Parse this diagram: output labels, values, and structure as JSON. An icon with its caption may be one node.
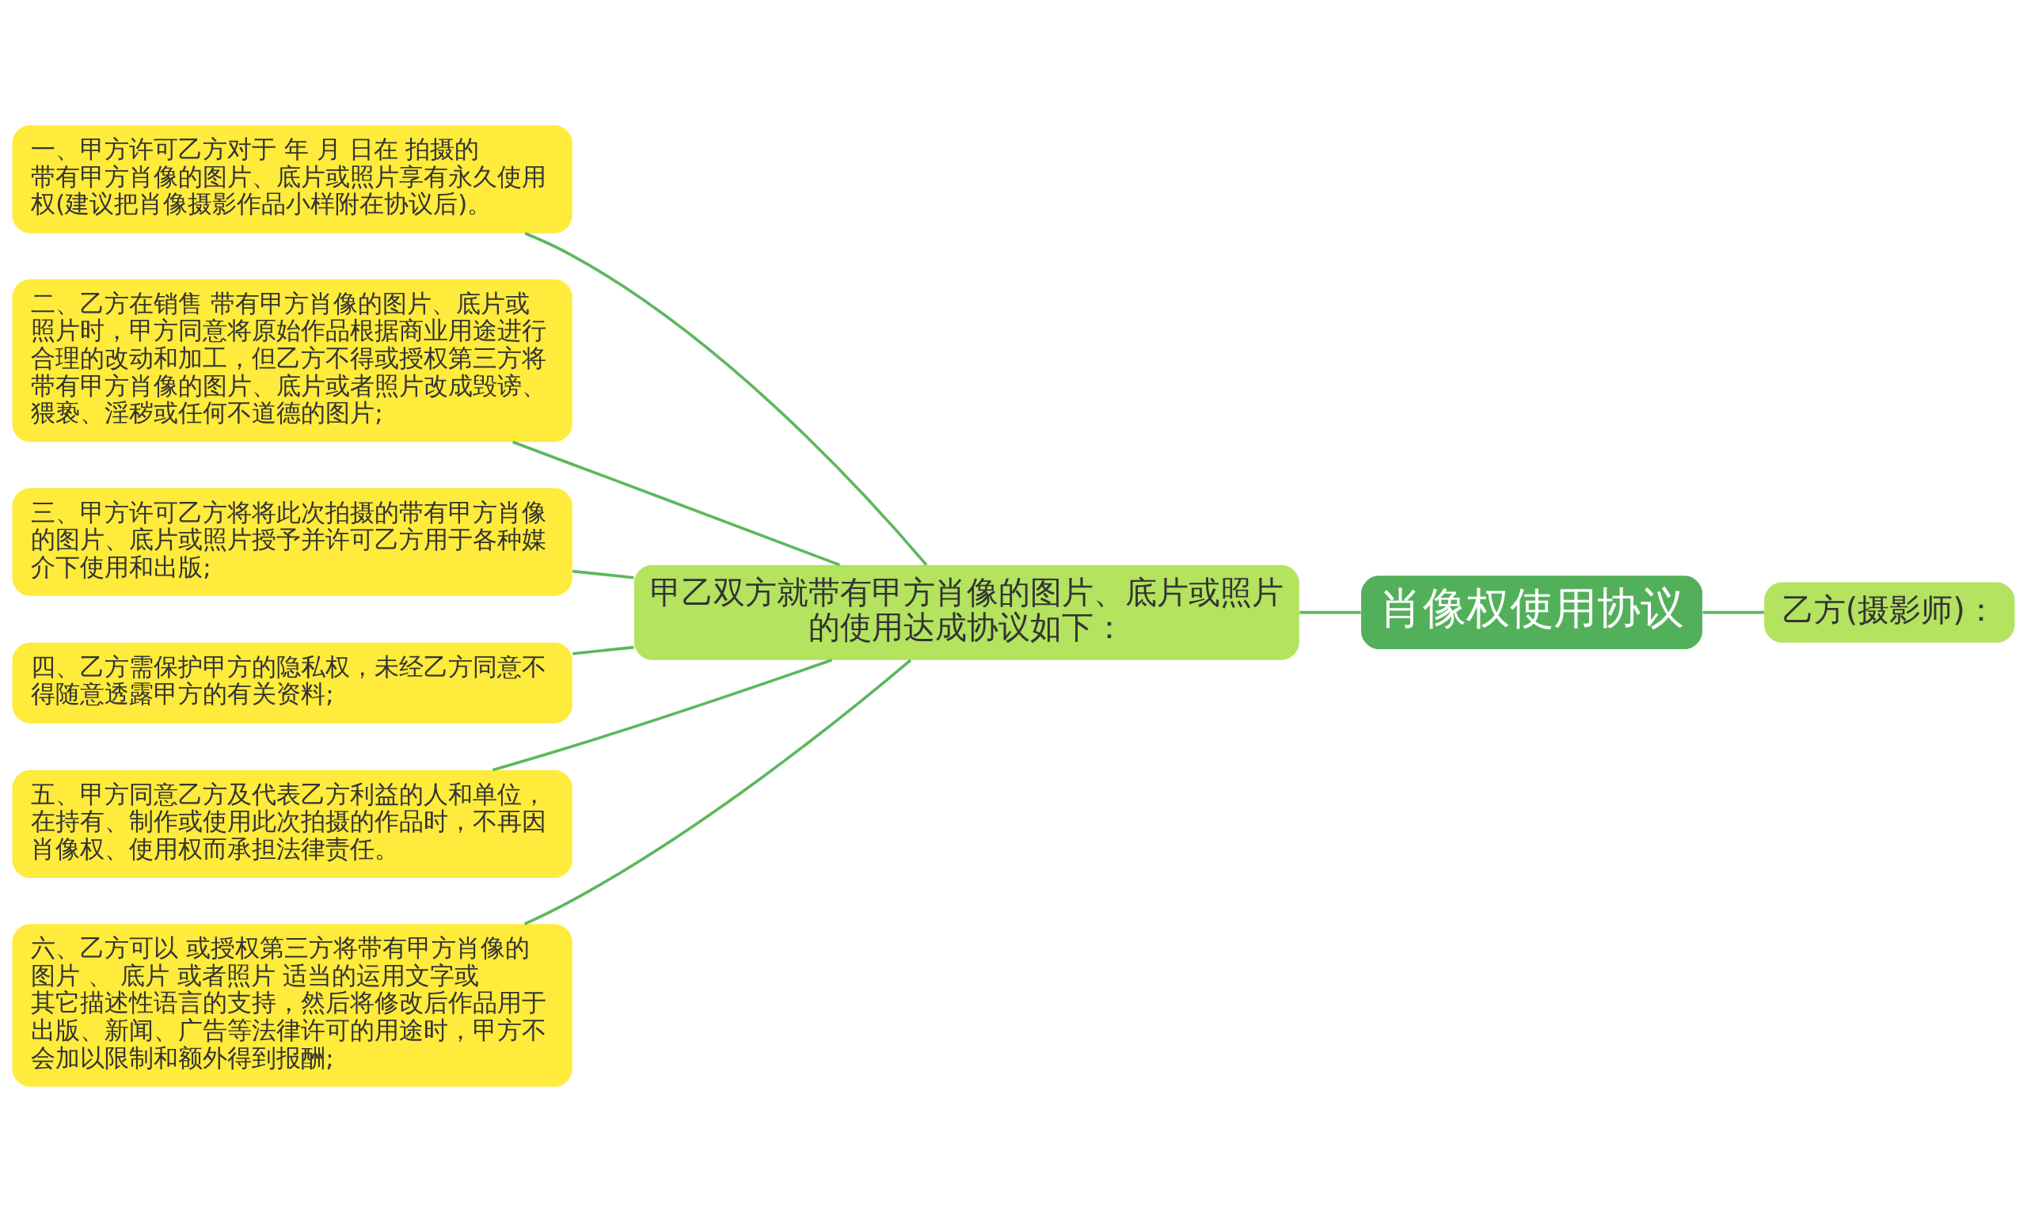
{
  "diagram": {
    "nodes": [
      {
        "text": [
          "肖像权使用协议"
        ]
      },
      {
        "text": [
          "甲乙双方就带有甲方肖像的图片、底片或照片的使用达成协议如下："
        ]
      },
      {
        "text": [
          "一、甲方许可乙方对于 年 月 日在 拍摄的带有甲方肖像的图片、底片或照片享有永久使用权(建议把肖像摄影作品小样附在协议后)。"
        ]
      },
      {
        "text": [
          "二、乙方在销售 带有甲方肖像的图片、底片或照片时，甲方同意将原始作品根据商业用途进行合理的改动和加工，但乙方不得或授权第三方将带有甲方肖像的图片、底片或者照片改成毁谤、猥亵、淫秽或任何不道德的图片;"
        ]
      },
      {
        "text": [
          "三、甲方许可乙方将将此次拍摄的带有甲方肖像的图片、底片或照片授予并许可乙方用于各种媒介下使用和出版;"
        ]
      },
      {
        "text": [
          "四、乙方需保护甲方的隐私权，未经乙方同意不得随意透露甲方的有关资料;"
        ]
      },
      {
        "text": [
          "五、甲方同意乙方及代表乙方利益的人和单位，在持有、制作或使用此次拍摄的作品时，不再因肖像权、使用权而承担法律责任。"
        ]
      },
      {
        "text": [
          "六、乙方可以 或授权第三方将带有甲方肖像的图片 、 底片 或者照片 适当的运用文字或其它描述性语言的支持，然后将修改后作品用于出版、新闻、广告等法律许可的用途时，甲方不会加以限制和额外得到报酬;"
        ]
      },
      {
        "text": [
          "乙方(摄影师)："
        ]
      }
    ],
    "edges": [
      {
        "from": 0,
        "to": 1,
        "arrow": "none"
      },
      {
        "from": 0,
        "to": 8,
        "arrow": "none"
      },
      {
        "from": 1,
        "to": 2,
        "arrow": "none"
      },
      {
        "from": 1,
        "to": 3,
        "arrow": "none"
      },
      {
        "from": 1,
        "to": 4,
        "arrow": "none"
      },
      {
        "from": 1,
        "to": 5,
        "arrow": "none"
      },
      {
        "from": 1,
        "to": 6,
        "arrow": "none"
      },
      {
        "from": 1,
        "to": 7,
        "arrow": "none"
      }
    ]
  }
}
